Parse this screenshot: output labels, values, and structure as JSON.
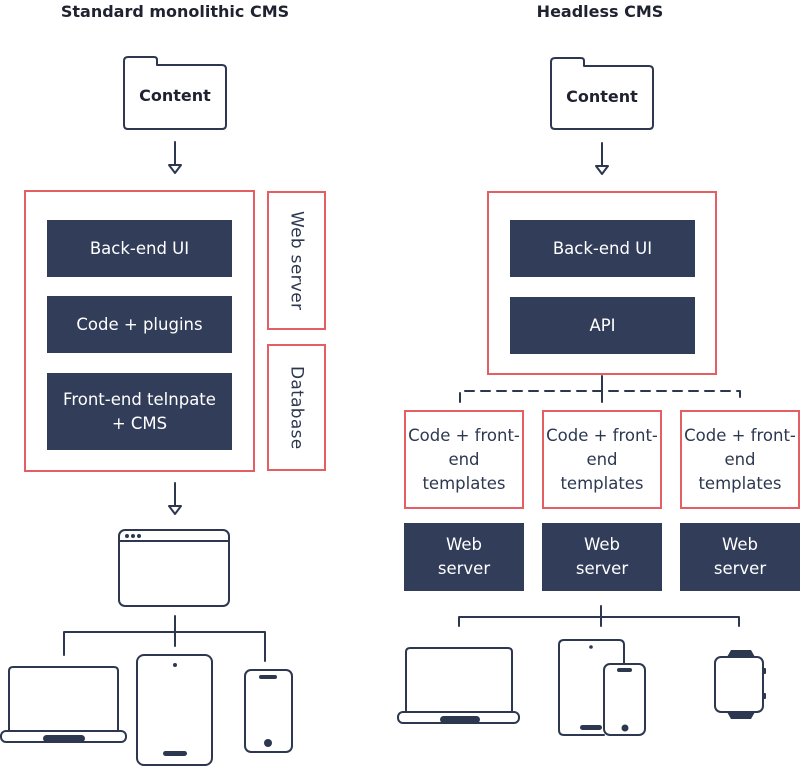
{
  "left": {
    "title": "Standard monolithic CMS",
    "content_label": "Content",
    "blocks": [
      "Back-end UI",
      "Code + plugins",
      "Front-end telnpate + CMS"
    ],
    "side_labels": [
      "Web server",
      "Database"
    ],
    "devices": [
      "browser-window",
      "laptop",
      "tablet",
      "phone"
    ]
  },
  "right": {
    "title": "Headless CMS",
    "content_label": "Content",
    "blocks": [
      "Back-end UI",
      "API"
    ],
    "frontends": [
      {
        "code": "Code + front-end templates",
        "server": "Web server"
      },
      {
        "code": "Code + front-end templates",
        "server": "Web server"
      },
      {
        "code": "Code + front-end templates",
        "server": "Web server"
      }
    ],
    "devices": [
      "laptop",
      "tablet-and-phone",
      "smartwatch"
    ]
  },
  "colors": {
    "dark_block": "#313d59",
    "outline_red": "#e35f63",
    "line": "#2d3850"
  }
}
